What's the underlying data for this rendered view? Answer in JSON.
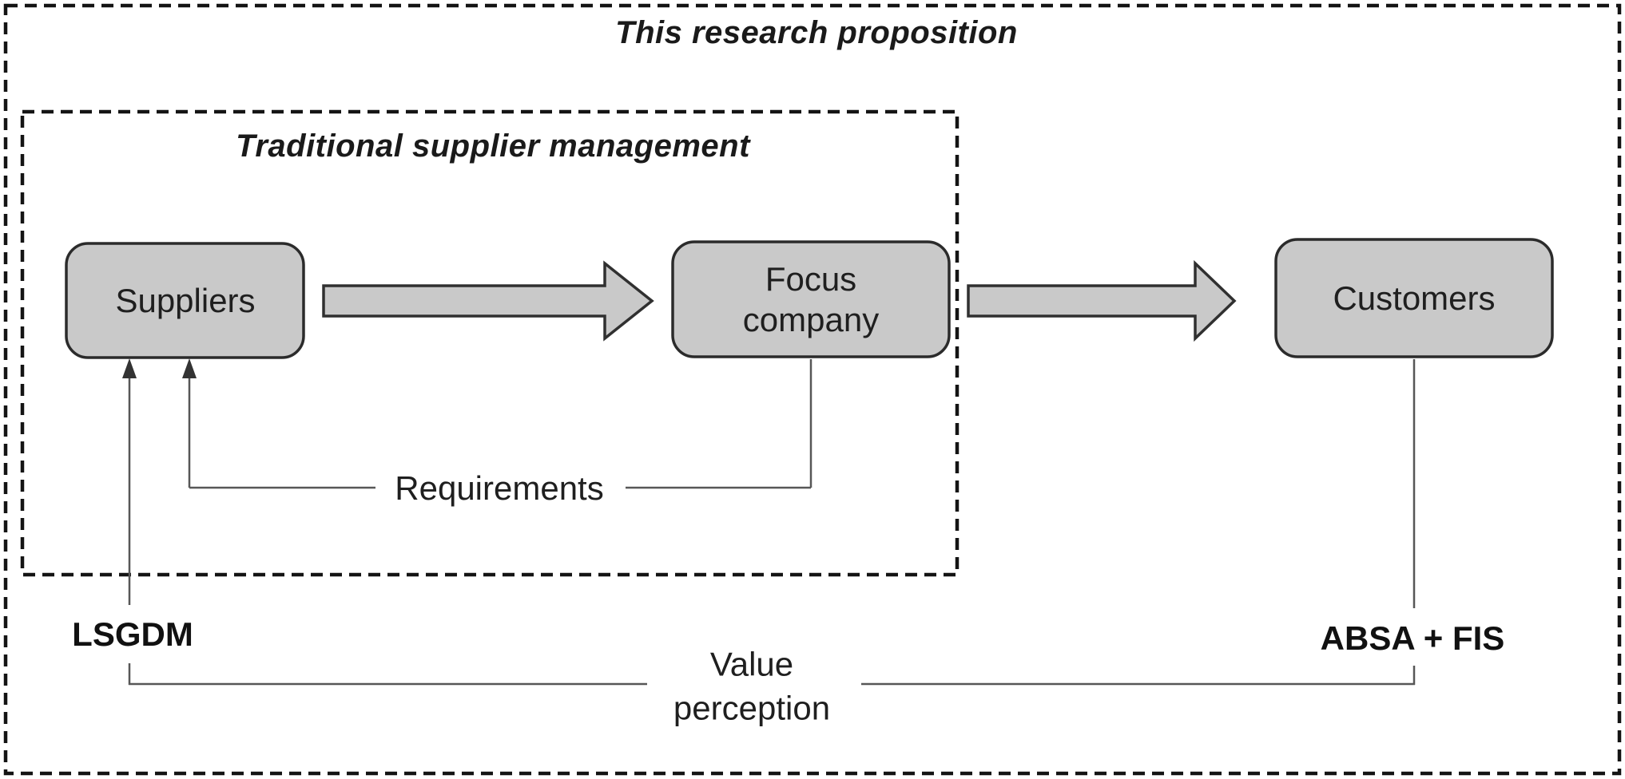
{
  "figure": {
    "outer_label": "This research proposition",
    "inner_label": "Traditional supplier management"
  },
  "nodes": {
    "suppliers": "Suppliers",
    "focus_company": "Focus company",
    "customers": "Customers"
  },
  "labels": {
    "requirements": "Requirements",
    "lsgdm": "LSGDM",
    "absa_fis": "ABSA + FIS",
    "value_perception": "Value perception"
  },
  "colors": {
    "background": "#ffffff",
    "node_fill": "#c9c9c9",
    "node_border": "#2b2b2b",
    "dashed_border": "#141414",
    "connector": "#575757",
    "arrowhead": "#333333",
    "text": "#1a1a1a"
  }
}
